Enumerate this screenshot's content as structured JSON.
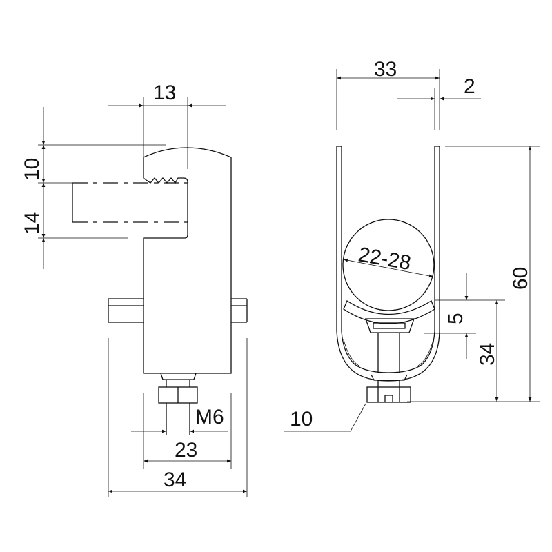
{
  "title": "Pipe clamp technical drawing",
  "side_view": {
    "dims": {
      "top_width": "13",
      "top_height": "10",
      "slot_height": "14",
      "thread": "M6",
      "inner_width": "23",
      "overall_width": "34"
    }
  },
  "front_view": {
    "dims": {
      "width": "33",
      "wall": "2",
      "height": "60",
      "base_height": "34",
      "offset": "5",
      "pipe_range": "22-28",
      "nut": "10"
    }
  }
}
